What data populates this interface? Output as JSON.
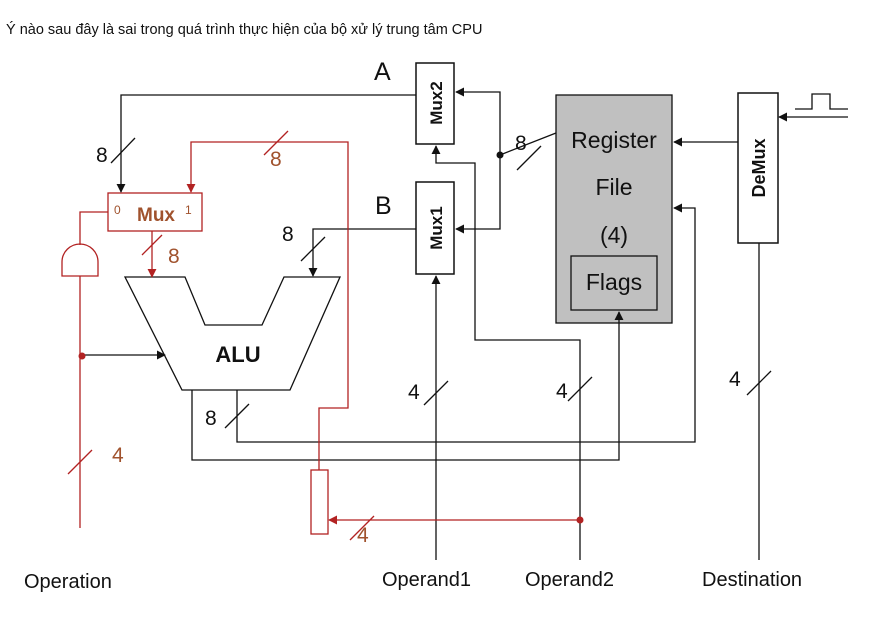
{
  "question": "Ý nào sau đây là sai trong quá trình thực hiện của bộ xử lý trung tâm CPU",
  "diagram": {
    "blocks": {
      "mux2": "Mux2",
      "mux1": "Mux1",
      "demux": "DeMux",
      "mux_small": "Mux",
      "mux_small_in0": "0",
      "mux_small_in1": "1",
      "alu": "ALU",
      "register_line1": "Register",
      "register_line2": "File",
      "register_line3": "(4)",
      "flags": "Flags"
    },
    "labels": {
      "a": "A",
      "b": "B",
      "w8_regfile": "8",
      "w8_left": "8",
      "w8_red_top": "8",
      "w8_red_mid": "8",
      "w8_alu_in": "8",
      "w8_alu_out": "8",
      "w4_operation": "4",
      "w4_operand1": "4",
      "w4_operand2": "4",
      "w4_destination": "4",
      "w4_red_bottom": "4"
    },
    "inputs": {
      "operation": "Operation",
      "operand1": "Operand1",
      "operand2": "Operand2",
      "destination": "Destination"
    },
    "colors": {
      "line": "#111111",
      "red_line": "#b22222",
      "red_text": "#a0522d",
      "register_fill": "#c0c0c0"
    }
  }
}
